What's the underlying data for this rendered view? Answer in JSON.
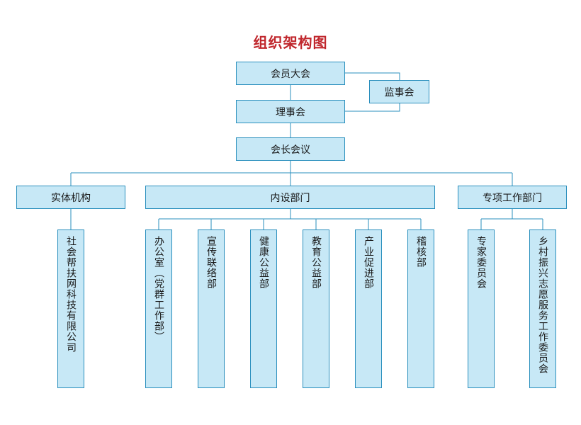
{
  "title": "组织架构图",
  "colors": {
    "title": "#c0272d",
    "box_fill": "#c7e8f6",
    "box_border": "#2a8fbd",
    "connector": "#2a8fbd"
  },
  "nodes": {
    "assembly": "会员大会",
    "supervisory": "监事会",
    "council": "理事会",
    "presidents_meeting": "会长会议",
    "entity_org": "实体机构",
    "internal_depts": "内设部门",
    "special_depts": "专项工作部门",
    "entity_children": [
      "社会帮扶网科技有限公司"
    ],
    "internal_children": [
      "办公室（党群工作部）",
      "宣传联络部",
      "健康公益部",
      "教育公益部",
      "产业促进部",
      "稽核部"
    ],
    "special_children": [
      "专家委员会",
      "乡村振兴志愿服务工作委员会"
    ]
  }
}
